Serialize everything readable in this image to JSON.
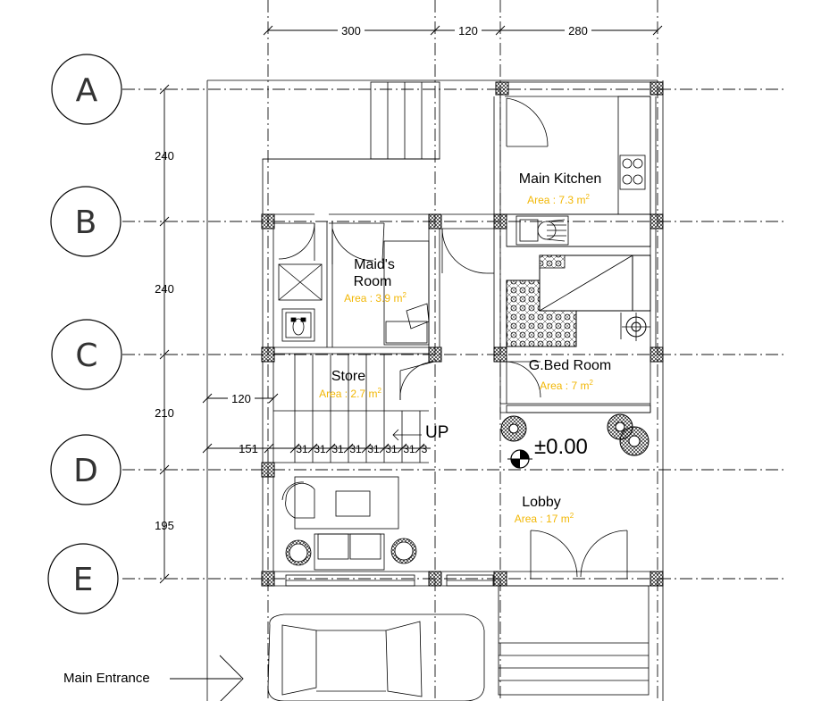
{
  "axes": [
    "A",
    "B",
    "C",
    "D",
    "E"
  ],
  "top_dimensions": [
    "300",
    "120",
    "280"
  ],
  "left_dimensions": [
    "240",
    "240",
    "210",
    "195"
  ],
  "inner_dimensions": {
    "store_width": "120",
    "stair_offset": "151"
  },
  "stair_treads": [
    "31",
    "31",
    "31",
    "31",
    "31",
    "31",
    "31",
    "3"
  ],
  "stair_label": "UP",
  "level_mark": "±0.00",
  "entrance_label": "Main Entrance",
  "area_unit": "m",
  "area_unit_power": "2",
  "rooms": {
    "kitchen": {
      "name": "Main Kitchen",
      "area": "Area : 7.3 m"
    },
    "maid": {
      "name_line1": "Maid's",
      "name_line2": "Room",
      "area": "Area : 3.9 m"
    },
    "store": {
      "name": "Store",
      "area": "Area : 2.7 m"
    },
    "gbed": {
      "name": "G.Bed Room",
      "area": "Area : 7 m"
    },
    "lobby": {
      "name": "Lobby",
      "area": "Area : 17 m"
    }
  },
  "colors": {
    "line": "#000000",
    "area_text": "#f2b705",
    "bubble": "#555555"
  }
}
